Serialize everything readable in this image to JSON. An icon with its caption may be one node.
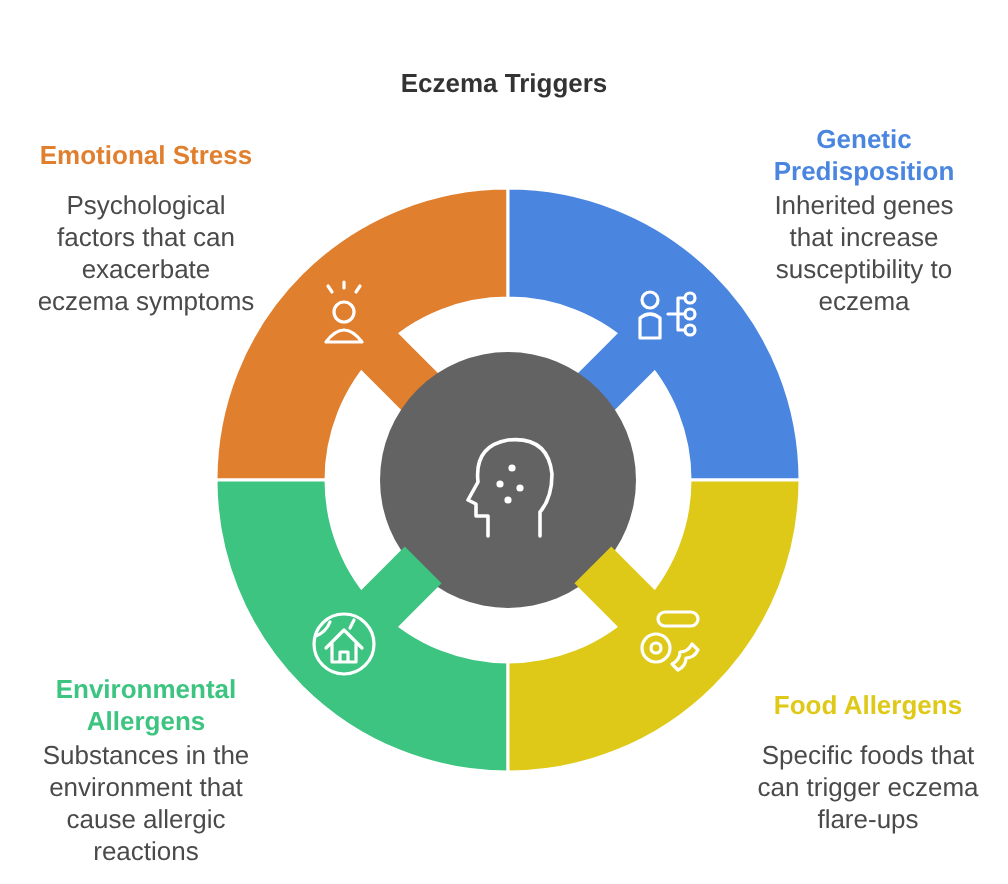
{
  "diagram": {
    "title": "Eczema Triggers",
    "nodes": [
      {
        "text": [
          "Emotional Stress",
          "Psychological factors that can exacerbate eczema symptoms"
        ]
      },
      {
        "text": [
          "Genetic Predisposition",
          "Inherited genes that increase susceptibility to eczema"
        ]
      },
      {
        "text": [],
        "shape": "circle"
      },
      {
        "text": [
          "Environmental Allergens",
          "Substances in the environment that cause allergic reactions"
        ]
      },
      {
        "text": [
          "Food Allergens",
          "Specific foods that can trigger eczema flare-ups"
        ]
      }
    ],
    "edges": []
  }
}
